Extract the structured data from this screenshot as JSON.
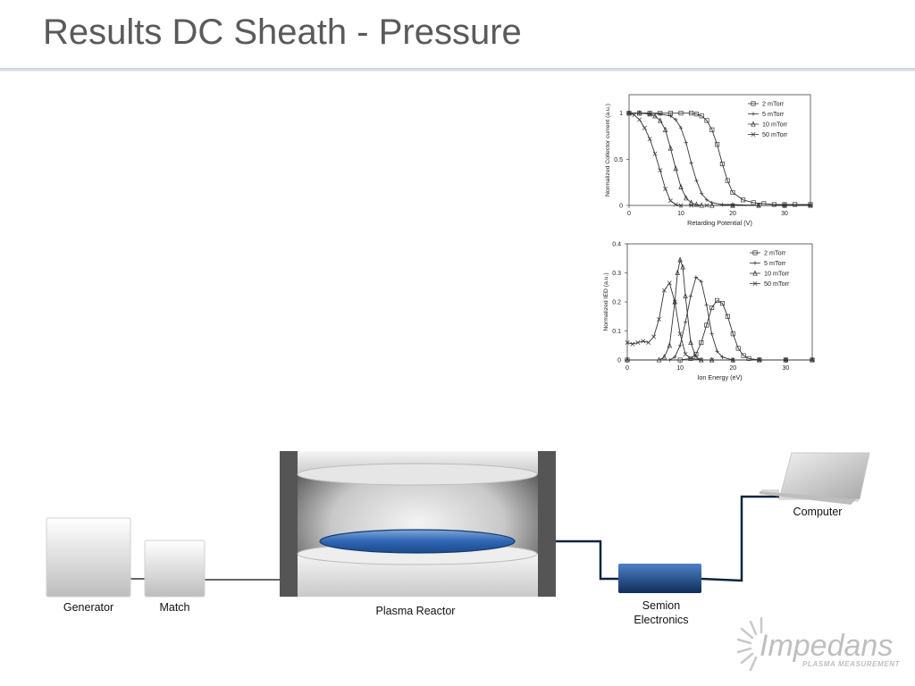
{
  "slide": {
    "title": "Results DC Sheath - Pressure"
  },
  "diagram": {
    "generator_label": "Generator",
    "match_label": "Match",
    "reactor_label": "Plasma Reactor",
    "semion_label_line1": "Semion",
    "semion_label_line2": "Electronics",
    "computer_label": "Computer"
  },
  "logo": {
    "word": "Impedans",
    "tagline": "PLASMA MEASUREMENT"
  },
  "chart_data": [
    {
      "type": "line",
      "title": "",
      "xlabel": "Retarding Potential (V)",
      "ylabel": "Normalized Collector current (a.u.)",
      "xlim": [
        0,
        35
      ],
      "ylim": [
        0,
        1.2
      ],
      "xticks": [
        "0",
        "10",
        "20",
        "30"
      ],
      "yticks": [
        "0",
        "0.5",
        "1"
      ],
      "legend_position": "top-right",
      "series": [
        {
          "name": "2 mTorr",
          "marker": "square",
          "x": [
            0,
            2,
            4,
            6,
            8,
            10,
            12,
            13,
            14,
            15,
            16,
            17,
            18,
            19,
            20,
            22,
            24,
            26,
            28,
            30,
            32,
            35
          ],
          "values": [
            1,
            1,
            1,
            1,
            1,
            1,
            1,
            0.99,
            0.97,
            0.92,
            0.82,
            0.66,
            0.45,
            0.27,
            0.14,
            0.06,
            0.03,
            0.02,
            0.01,
            0.01,
            0.01,
            0.01
          ]
        },
        {
          "name": "5 mTorr",
          "marker": "plus",
          "x": [
            0,
            2,
            4,
            6,
            8,
            9,
            10,
            11,
            12,
            13,
            14,
            15,
            16,
            18,
            20,
            25,
            30,
            35
          ],
          "values": [
            1,
            1,
            1,
            0.99,
            0.97,
            0.93,
            0.84,
            0.68,
            0.46,
            0.27,
            0.13,
            0.06,
            0.03,
            0.01,
            0.01,
            0,
            0,
            0
          ]
        },
        {
          "name": "10 mTorr",
          "marker": "triangle",
          "x": [
            0,
            2,
            4,
            5,
            6,
            7,
            8,
            9,
            10,
            11,
            12,
            13,
            14,
            16,
            20,
            25,
            30,
            35
          ],
          "values": [
            1,
            1,
            0.99,
            0.97,
            0.92,
            0.82,
            0.62,
            0.4,
            0.2,
            0.08,
            0.03,
            0.01,
            0,
            0,
            0,
            0,
            0,
            0
          ]
        },
        {
          "name": "50 mTorr",
          "marker": "x",
          "x": [
            0,
            1,
            2,
            3,
            4,
            5,
            6,
            7,
            8,
            9,
            10,
            12,
            15,
            20,
            25,
            30,
            35
          ],
          "values": [
            1,
            0.98,
            0.93,
            0.84,
            0.72,
            0.56,
            0.38,
            0.18,
            0.05,
            0.01,
            0,
            0,
            0,
            0,
            0,
            0,
            0
          ]
        }
      ]
    },
    {
      "type": "line",
      "title": "",
      "xlabel": "Ion Energy (eV)",
      "ylabel": "Normalized IED (a.u.)",
      "xlim": [
        0,
        35
      ],
      "ylim": [
        0,
        0.4
      ],
      "xticks": [
        "0",
        "10",
        "20",
        "30"
      ],
      "yticks": [
        "0",
        "0.1",
        "0.2",
        "0.3",
        "0.4"
      ],
      "legend_position": "top-right",
      "series": [
        {
          "name": "2 mTorr",
          "marker": "square",
          "x": [
            0,
            10,
            12,
            13,
            14,
            15,
            16,
            17,
            18,
            19,
            20,
            21,
            22,
            23,
            25,
            30,
            35
          ],
          "values": [
            0,
            0,
            0.005,
            0.02,
            0.06,
            0.12,
            0.18,
            0.205,
            0.195,
            0.15,
            0.09,
            0.04,
            0.015,
            0.005,
            0,
            0,
            0
          ]
        },
        {
          "name": "5 mTorr",
          "marker": "plus",
          "x": [
            0,
            8,
            9,
            10,
            11,
            12,
            13,
            14,
            15,
            16,
            17,
            18,
            20,
            25,
            30,
            35
          ],
          "values": [
            0,
            0,
            0.01,
            0.05,
            0.13,
            0.22,
            0.285,
            0.27,
            0.19,
            0.09,
            0.03,
            0.01,
            0,
            0,
            0,
            0
          ]
        },
        {
          "name": "10 mTorr",
          "marker": "triangle",
          "x": [
            0,
            6,
            7,
            8,
            9,
            9.5,
            10,
            10.5,
            11,
            12,
            13,
            14,
            16,
            20,
            25,
            30,
            35
          ],
          "values": [
            0,
            0,
            0.01,
            0.05,
            0.2,
            0.3,
            0.345,
            0.32,
            0.22,
            0.06,
            0.01,
            0,
            0,
            0,
            0,
            0,
            0
          ]
        },
        {
          "name": "50 mTorr",
          "marker": "x",
          "x": [
            0,
            1,
            2,
            3,
            4,
            5,
            6,
            7,
            8,
            9,
            10,
            11,
            12,
            14,
            16,
            20,
            25,
            30,
            35
          ],
          "values": [
            0.06,
            0.055,
            0.06,
            0.065,
            0.06,
            0.08,
            0.14,
            0.24,
            0.265,
            0.2,
            0.09,
            0.02,
            0.005,
            0,
            0,
            0,
            0,
            0,
            0
          ]
        }
      ]
    }
  ]
}
